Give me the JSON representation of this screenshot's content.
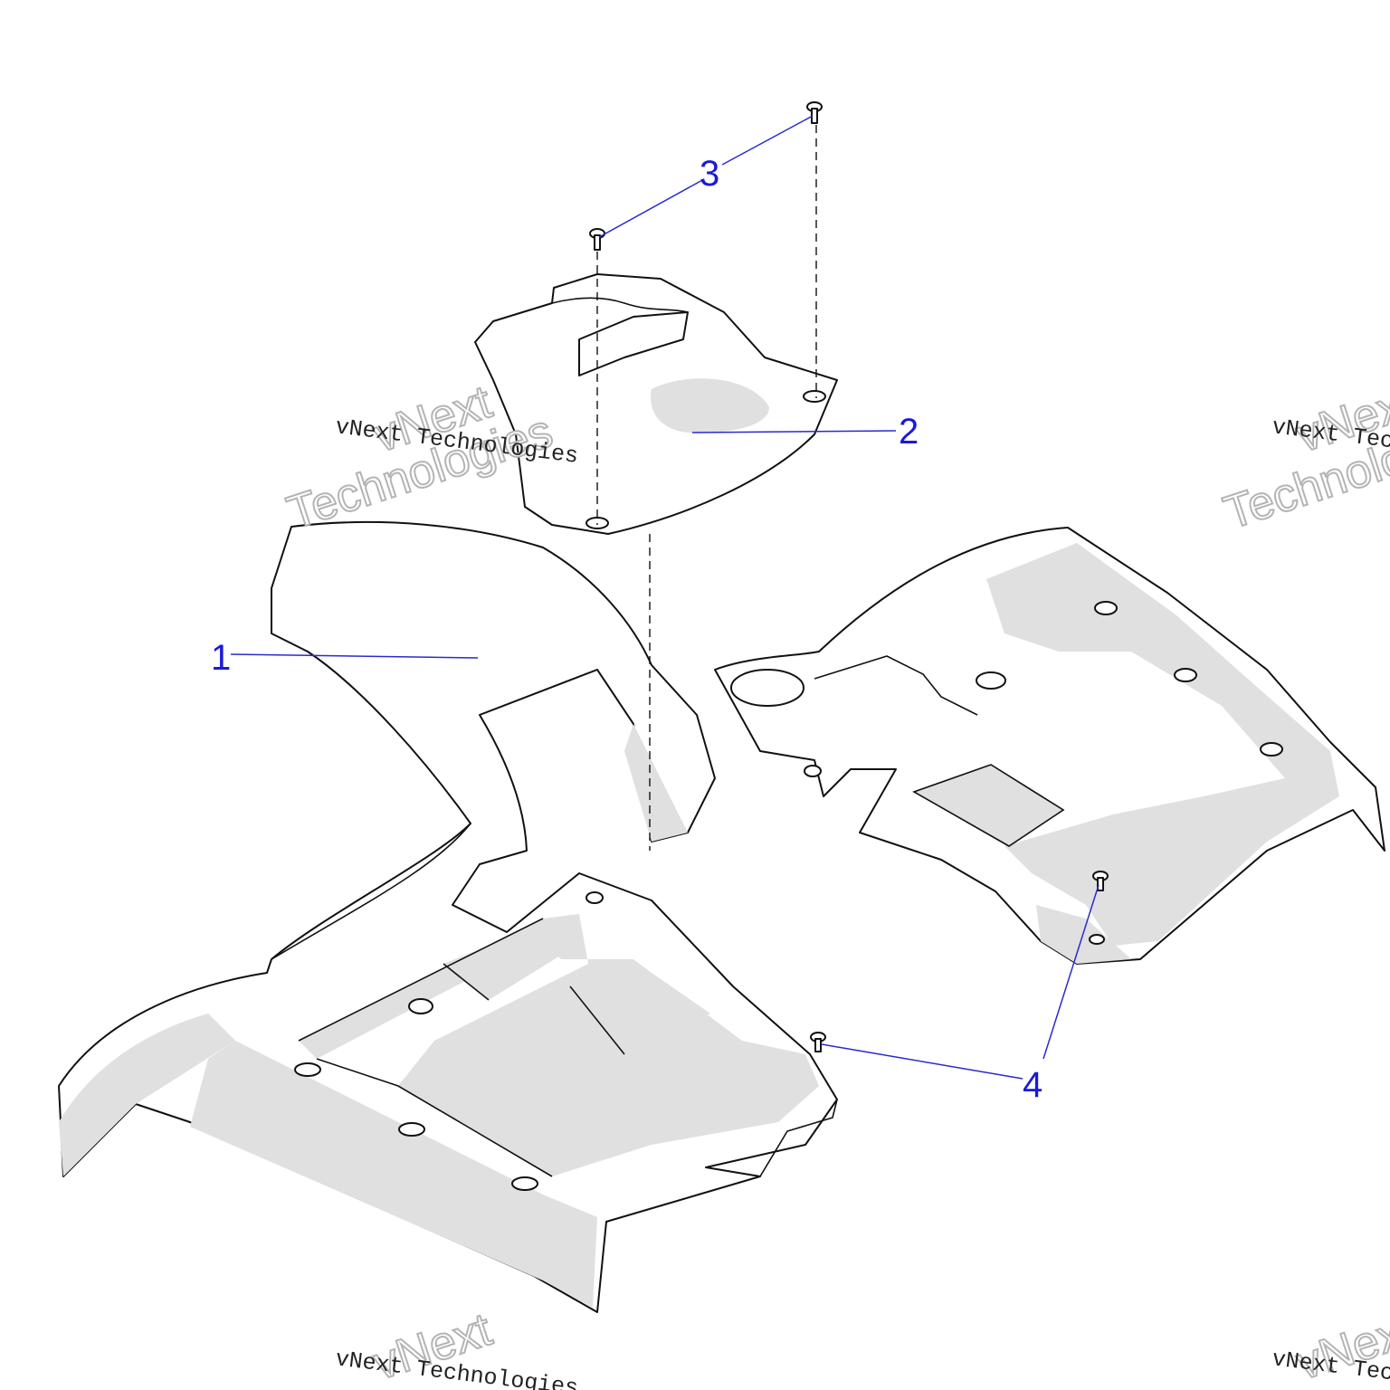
{
  "callouts": {
    "part1": "1",
    "part2": "2",
    "part3": "3",
    "part4": "4"
  },
  "watermark": {
    "small_text": "vNext Technologies",
    "big_line1": "vNext",
    "big_line2": "Technologies"
  },
  "colors": {
    "callout": "#1a1ad8",
    "leader": "#2a2ad0",
    "line": "#111111",
    "shade": "#e0e0e0"
  }
}
